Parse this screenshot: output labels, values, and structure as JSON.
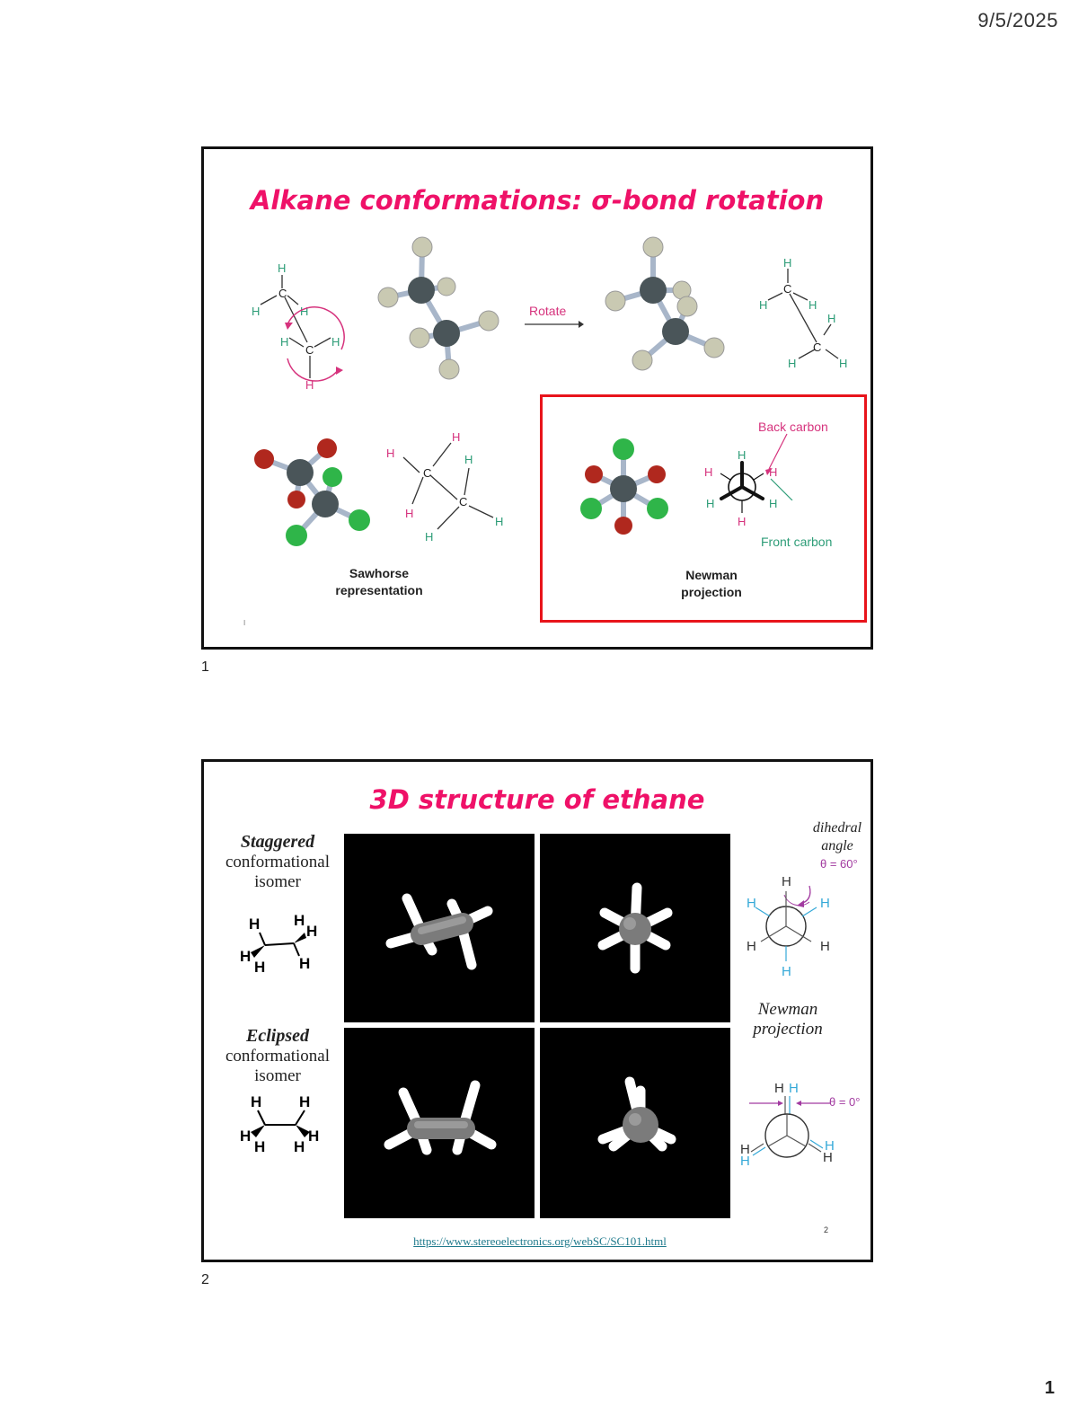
{
  "header": {
    "date": "9/5/2025"
  },
  "footer": {
    "page_number": "1"
  },
  "slide1": {
    "number": "1",
    "title": "Alkane conformations: σ-bond rotation",
    "rotate_label": "Rotate",
    "sawhorse_caption": [
      "Sawhorse",
      "representation"
    ],
    "newman_caption": [
      "Newman",
      "projection"
    ],
    "back_carbon_label": "Back carbon",
    "front_carbon_label": "Front carbon",
    "atom_h": "H",
    "atom_c": "C",
    "stray_mark": "I",
    "colors": {
      "title": "#ef1168",
      "highlight_box": "#e8141b",
      "h_green": "#2e9d78",
      "h_pink": "#d6337d"
    }
  },
  "slide2": {
    "number": "2",
    "title": "3D structure of ethane",
    "staggered": {
      "title": "Staggered",
      "line1": "conformational",
      "line2": "isomer"
    },
    "eclipsed": {
      "title": "Eclipsed",
      "line1": "conformational",
      "line2": "isomer"
    },
    "dihedral_label": [
      "dihedral",
      "angle"
    ],
    "theta_60": "θ = 60°",
    "theta_0": "θ = 0°",
    "newman_label": [
      "Newman",
      "projection"
    ],
    "link": "https://www.stereoelectronics.org/webSC/SC101.html",
    "corner_number": "2",
    "colors": {
      "title": "#ef1168",
      "h_blue": "#35a9d8",
      "dihedral": "#a23aa0"
    }
  }
}
